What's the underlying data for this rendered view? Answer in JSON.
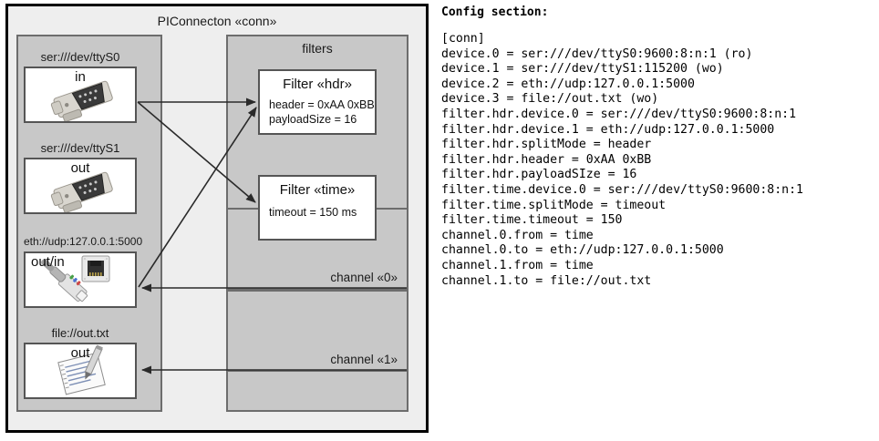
{
  "diagram": {
    "title": "PIConnecton «conn»",
    "devices_group": {
      "title": ""
    },
    "filters_group": {
      "title": "filters"
    },
    "devices": [
      {
        "label": "ser:///dev/ttyS0",
        "io": "in",
        "icon": "serial-port-icon"
      },
      {
        "label": "ser:///dev/ttyS1",
        "io": "out",
        "icon": "serial-port-icon"
      },
      {
        "label": "eth://udp:127.0.0.1:5000",
        "io": "out/in",
        "icon": "ethernet-jack-icon"
      },
      {
        "label": "file://out.txt",
        "io": "out",
        "icon": "text-file-icon"
      }
    ],
    "filters": [
      {
        "title": "Filter «hdr»",
        "attrs": [
          "header = 0xAA 0xBB",
          "payloadSize = 16"
        ]
      },
      {
        "title": "Filter «time»",
        "attrs": [
          "timeout = 150 ms"
        ]
      }
    ],
    "channels": [
      {
        "label": "channel «0»"
      },
      {
        "label": "channel «1»"
      }
    ]
  },
  "config": {
    "heading": "Config section:",
    "lines": [
      "[conn]",
      "device.0 = ser:///dev/ttyS0:9600:8:n:1 (ro)",
      "device.1 = ser:///dev/ttyS1:115200 (wo)",
      "device.2 = eth://udp:127.0.0.1:5000",
      "device.3 = file://out.txt (wo)",
      "filter.hdr.device.0 = ser:///dev/ttyS0:9600:8:n:1",
      "filter.hdr.device.1 = eth://udp:127.0.0.1:5000",
      "filter.hdr.splitMode = header",
      "filter.hdr.header = 0xAA 0xBB",
      "filter.hdr.payloadSIze = 16",
      "filter.time.device.0 = ser:///dev/ttyS0:9600:8:n:1",
      "filter.time.splitMode = timeout",
      "filter.time.timeout = 150",
      "channel.0.from = time",
      "channel.0.to = eth://udp:127.0.0.1:5000",
      "channel.1.from = time",
      "channel.1.to = file://out.txt"
    ]
  },
  "colors": {
    "page_background": "#ffffff",
    "package_background": "#eeeeee",
    "group_background": "#c8c8c8",
    "card_background": "#ffffff",
    "border_dark": "#000000",
    "border_grey": "#6d6d6d",
    "wire": "#2a2a2a"
  }
}
